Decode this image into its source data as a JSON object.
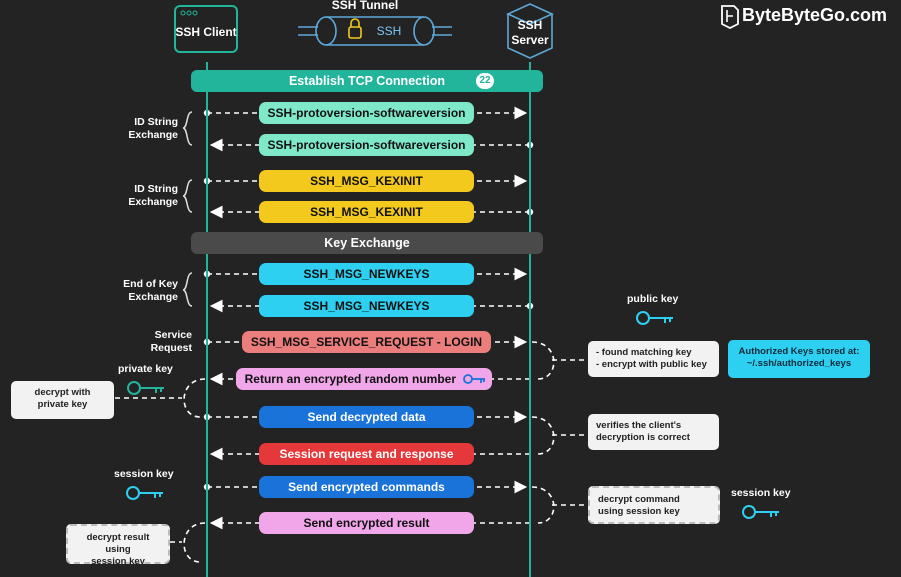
{
  "brand": {
    "name": "ByteByteGo.com"
  },
  "actors": {
    "client": "SSH Client",
    "tunnel": "SSH Tunnel",
    "tunnel_inner": "SSH",
    "server_line1": "SSH",
    "server_line2": "Server"
  },
  "phases": {
    "tcp": "Establish TCP Connection",
    "tcp_port": "22",
    "key_exchange": "Key Exchange"
  },
  "groups": {
    "g1_l1": "ID String",
    "g1_l2": "Exchange",
    "g2_l1": "ID String",
    "g2_l2": "Exchange",
    "g3_l1": "End of Key",
    "g3_l2": "Exchange",
    "service_l1": "Service",
    "service_l2": "Request"
  },
  "messages": {
    "m1": "SSH-protoversion-softwareversion",
    "m2": "SSH-protoversion-softwareversion",
    "m3": "SSH_MSG_KEXINIT",
    "m4": "SSH_MSG_KEXINIT",
    "m5": "SSH_MSG_NEWKEYS",
    "m6": "SSH_MSG_NEWKEYS",
    "m7": "SSH_MSG_SERVICE_REQUEST - LOGIN",
    "m8": "Return an encrypted random number",
    "m9": "Send decrypted data",
    "m10": "Session request and response",
    "m11": "Send encrypted commands",
    "m12": "Send encrypted result"
  },
  "notes": {
    "found_l1": "- found matching key",
    "found_l2": "- encrypt with public key",
    "auth_l1": "Authorized Keys stored at:",
    "auth_l2": "~/.ssh/authorized_keys",
    "decrypt_pk_l1": "decrypt with",
    "decrypt_pk_l2": "private key",
    "verify_l1": "verifies the client's",
    "verify_l2": "decryption is correct",
    "decrypt_cmd_l1": "decrypt command",
    "decrypt_cmd_l2": "using session key",
    "decrypt_res_l1": "decrypt result using",
    "decrypt_res_l2": "session key"
  },
  "keys": {
    "public": "public key",
    "private": "private key",
    "session_client": "session key",
    "session_server": "session key"
  },
  "colors": {
    "teal": "#22b59c",
    "mint": "#7ee8c8",
    "yellow": "#f2c91c",
    "cyan": "#2ed0f2",
    "salmon": "#ec7d7d",
    "pink": "#f0a6e8",
    "blue": "#1a73d9",
    "red": "#e5383b",
    "gray": "#4a4a4a"
  }
}
